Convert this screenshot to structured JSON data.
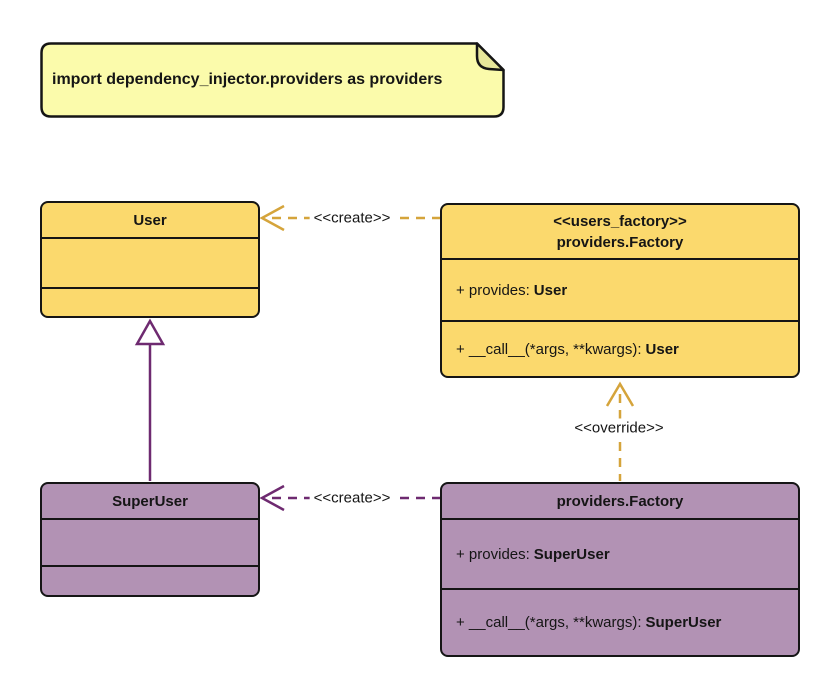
{
  "note": {
    "text": "import dependency_injector.providers as providers"
  },
  "classes": {
    "user": {
      "title": "User"
    },
    "users_factory": {
      "stereotype": "<<users_factory>>",
      "title": "providers.Factory",
      "members": {
        "provides_label": "+ provides:",
        "provides_type": "User",
        "call_label": "+ __call__(*args, **kwargs):",
        "call_type": "User"
      }
    },
    "super_user": {
      "title": "SuperUser"
    },
    "super_factory": {
      "title": "providers.Factory",
      "members": {
        "provides_label": "+ provides:",
        "provides_type": "SuperUser",
        "call_label": "+ __call__(*args, **kwargs):",
        "call_type": "SuperUser"
      }
    }
  },
  "relations": {
    "create_users": {
      "label": "<<create>>",
      "from": "users_factory",
      "to": "user",
      "style": "dashed-gold"
    },
    "create_super": {
      "label": "<<create>>",
      "from": "super_factory",
      "to": "super_user",
      "style": "dashed-purple"
    },
    "override": {
      "label": "<<override>>",
      "from": "super_factory",
      "to": "users_factory",
      "style": "dashed-gold"
    },
    "inheritance": {
      "label": "",
      "from": "super_user",
      "to": "user",
      "style": "solid-purple-generalization"
    }
  },
  "colors": {
    "class_yellow": "#FBD96D",
    "class_purple": "#B292B4",
    "note_yellow": "#FBFBAB",
    "note_fold": "#E6E69A",
    "gold_arrow": "#D5A43B",
    "purple_arrow": "#6E2A70",
    "ink": "#151515"
  }
}
